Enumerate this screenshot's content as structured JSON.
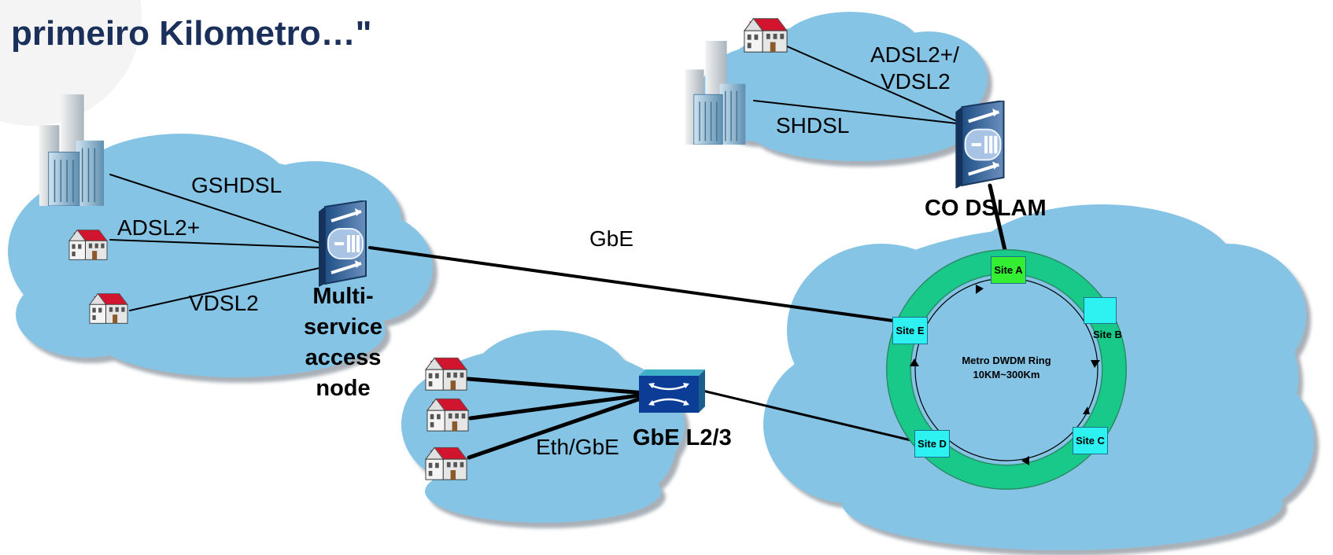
{
  "title": "primeiro Kilometro…\"",
  "links": {
    "gshdsl": "GSHDSL",
    "adsl2plus": "ADSL2+",
    "vdsl2": "VDSL2",
    "gbe": "GbE",
    "adsl2_vdsl2_line1": "ADSL2+/",
    "adsl2_vdsl2_line2": "VDSL2",
    "shdsl": "SHDSL",
    "eth_gbe": "Eth/GbE"
  },
  "nodes": {
    "msan_line1": "Multi-",
    "msan_line2": "service",
    "msan_line3": "access",
    "msan_line4": "node",
    "co_dslam": "CO DSLAM",
    "gbe_switch": "GbE L2/3"
  },
  "ring": {
    "title_line1": "Metro DWDM Ring",
    "title_line2": "10KM~300Km",
    "sites": [
      "Site A",
      "Site B",
      "Site C",
      "Site D",
      "Site E"
    ]
  },
  "colors": {
    "cloud": "#86c4e6",
    "ring": "#19c98a",
    "site_box": "#2ef2f2",
    "site_a": "#33ee33",
    "title": "#1a2f5a"
  }
}
